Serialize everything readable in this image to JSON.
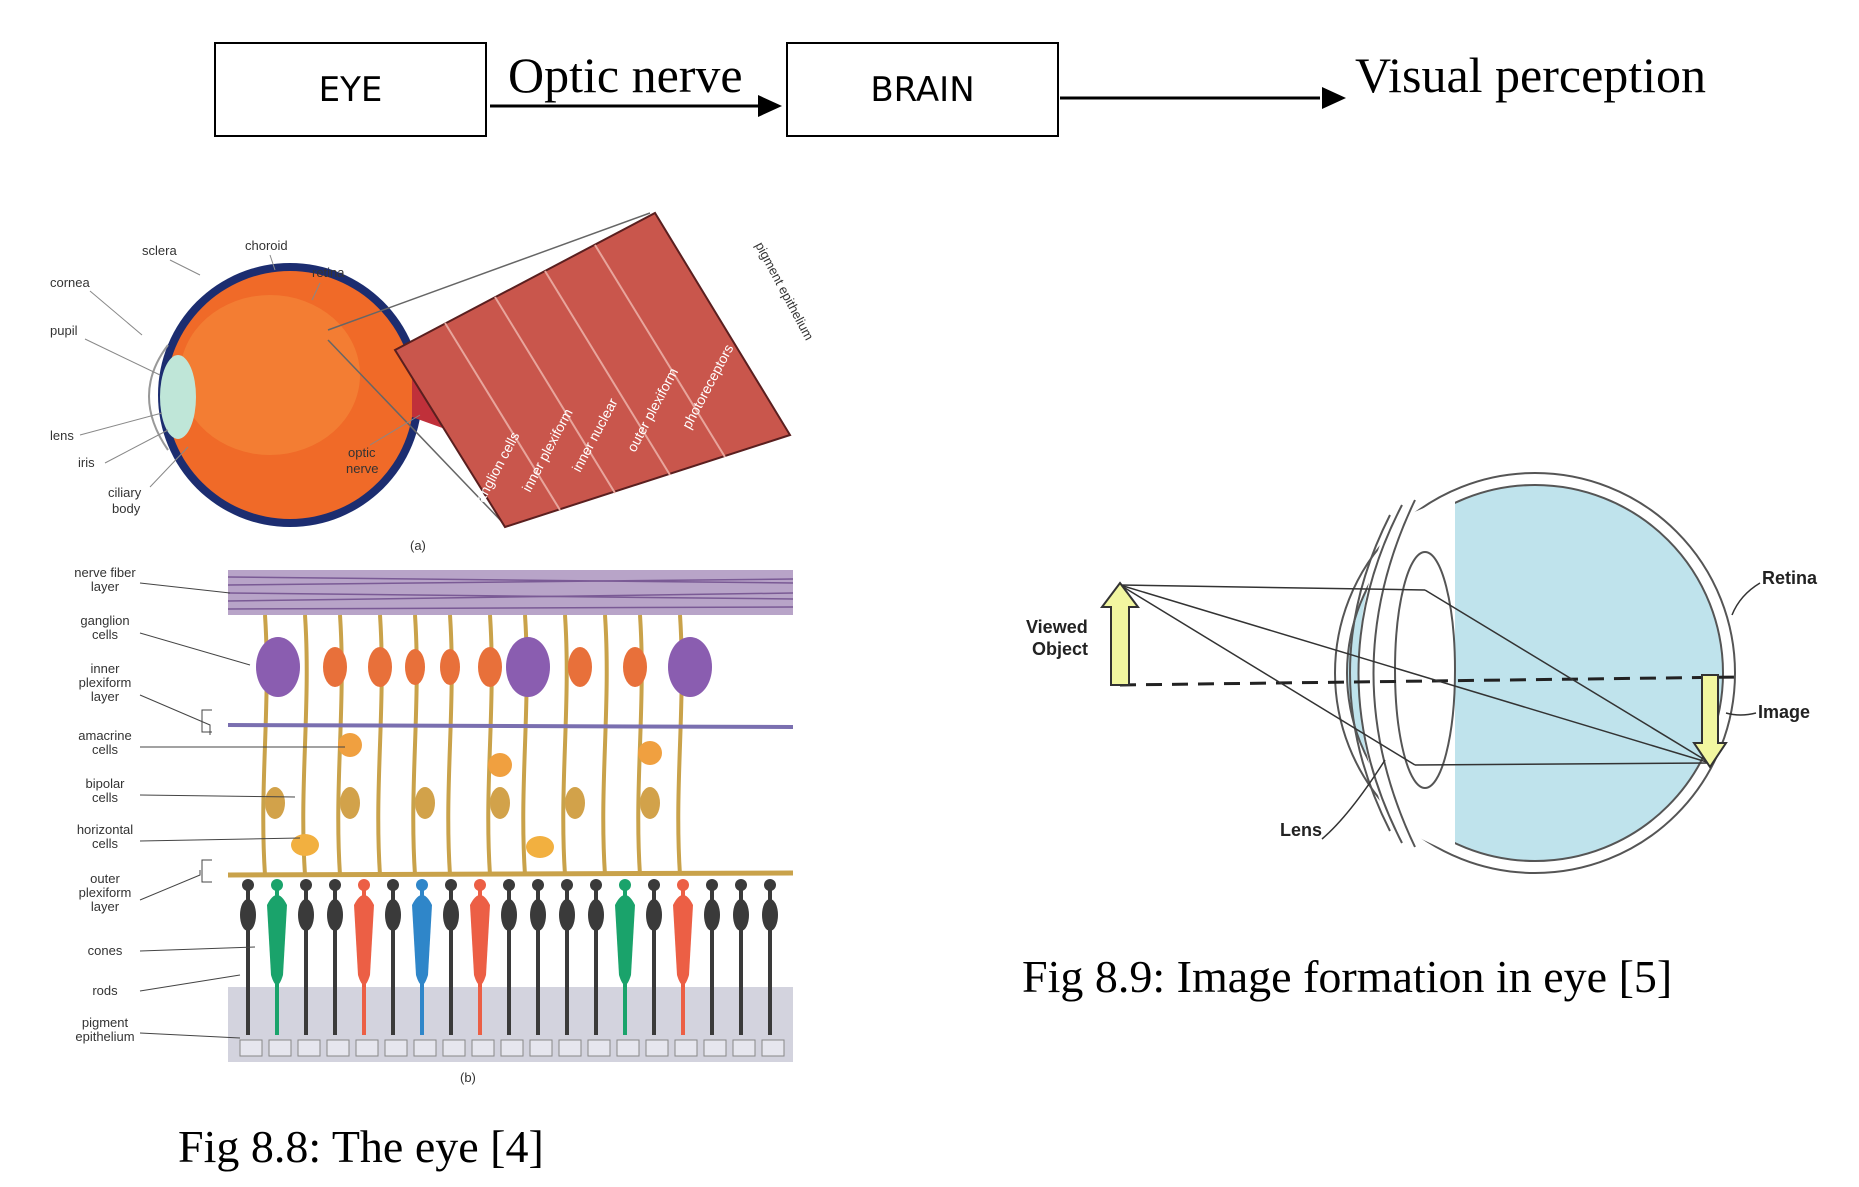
{
  "flow": {
    "eye_label": "EYE",
    "edge1_label": "Optic nerve",
    "brain_label": "BRAIN",
    "output_label": "Visual perception"
  },
  "fig88": {
    "caption": "Fig 8.8: The eye [4]",
    "panel_a": "(a)",
    "panel_b": "(b)",
    "eye_labels": {
      "sclera": "sclera",
      "choroid": "choroid",
      "retina": "retina",
      "cornea": "cornea",
      "pupil": "pupil",
      "lens": "lens",
      "iris": "iris",
      "ciliary1": "ciliary",
      "ciliary2": "body",
      "optic1": "optic",
      "optic2": "nerve"
    },
    "retina_layers": [
      "ganglion cells",
      "inner plexiform",
      "inner nuclear",
      "outer plexiform",
      "photoreceptors"
    ],
    "pigment_label": "pigment epithelium",
    "cell_labels": {
      "nfl1": "nerve fiber",
      "nfl2": "layer",
      "gc1": "ganglion",
      "gc2": "cells",
      "ipl1": "inner",
      "ipl2": "plexiform",
      "ipl3": "layer",
      "am1": "amacrine",
      "am2": "cells",
      "bp1": "bipolar",
      "bp2": "cells",
      "hz1": "horizontal",
      "hz2": "cells",
      "opl1": "outer",
      "opl2": "plexiform",
      "opl3": "layer",
      "cones": "cones",
      "rods": "rods",
      "pe1": "pigment",
      "pe2": "epithelium"
    }
  },
  "fig89": {
    "caption": "Fig 8.9: Image formation in eye [5]",
    "viewed1": "Viewed",
    "viewed2": "Object",
    "retina": "Retina",
    "image": "Image",
    "lens": "Lens"
  },
  "colors": {
    "eyeball": "#f06a28",
    "retina_block": "#c9564c",
    "eye_fluid": "#bfe3ec",
    "arrow_fill": "#f2f7a0",
    "cone_green": "#1aa36b",
    "cone_blue": "#2f86c9",
    "cone_red": "#ec5f45",
    "rod": "#3a3a3a",
    "ganglion": "#8a5db0",
    "bipolar": "#d2a24a"
  }
}
